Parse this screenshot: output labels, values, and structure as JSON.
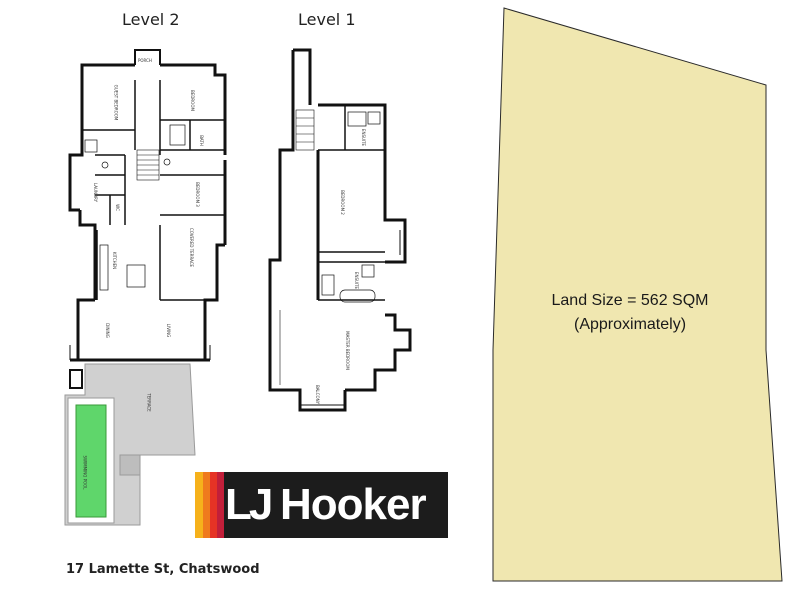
{
  "levels": {
    "level2_title": "Level 2",
    "level1_title": "Level 1"
  },
  "rooms": {
    "level2": {
      "porch": "PORCH",
      "guest_bedroom": "GUEST BEDROOM",
      "bedroom": "BEDROOM",
      "bath": "BATH",
      "bedroom_3": "BEDROOM 3",
      "laundry": "LAUNDRY",
      "wc": "WC",
      "kitchen": "KITCHEN",
      "covered_terrace": "COVERED TERRACE",
      "dining": "DINING",
      "living": "LIVING",
      "swimming_pool": "SWIMMING POOL",
      "terrace": "TERRACE"
    },
    "level1": {
      "ensuite": "ENSUITE",
      "bedroom_2": "BEDROOM 2",
      "ensuite_2": "ENSUITE",
      "master_bedroom": "MASTER BEDROOM",
      "balcony": "BALCONY"
    }
  },
  "land": {
    "line1": "Land Size = 562 SQM",
    "line2": "(Approximately)",
    "fill_color": "#f0e7b0",
    "stroke_color": "#2a2a2a"
  },
  "branding": {
    "logo_lj": "LJ",
    "logo_name": "Hooker",
    "logo_bg": "#1c1c1c",
    "stripe_colors": [
      "#f6b11b",
      "#ef7a1d",
      "#e63325",
      "#c21f3a"
    ]
  },
  "address": "17 Lamette St, Chatswood",
  "colors": {
    "wall": "#111111",
    "pool_fill": "#5fd66b",
    "pool_edge": "#9a9a9a"
  }
}
